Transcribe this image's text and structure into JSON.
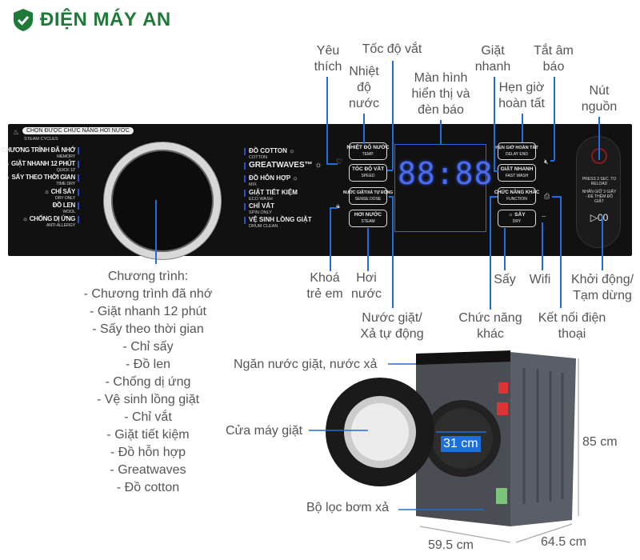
{
  "brand": {
    "name_part1": "ĐIỆN MÁY",
    "name_part2": "AN",
    "colors": {
      "green": "#1f7a3a",
      "callout": "#1e6fd9"
    }
  },
  "panel": {
    "steam_header": "CHỌN ĐƯỢC CHỨC NĂNG HƠI NƯỚC",
    "steam_header_sub": "STEAM CYCLES",
    "left_programs": [
      {
        "label": "CHƯƠNG TRÌNH ĐÃ NHỚ",
        "sub": "MEMORY"
      },
      {
        "label": "☼ GIẶT NHANH 12 PHÚT",
        "sub": "QUICK 12'"
      },
      {
        "label": "☼ SẤY THEO THỜI GIAN",
        "sub": "TIME DRY"
      },
      {
        "label": "☼ CHỈ SẤY",
        "sub": "DRY ONLY"
      },
      {
        "label": "ĐỒ LEN",
        "sub": "WOOL"
      },
      {
        "label": "☼ CHỐNG DỊ ỨNG",
        "sub": "ANTI-ALLERGY"
      }
    ],
    "right_programs": [
      {
        "label": "ĐỒ COTTON ☼",
        "sub": "COTTON"
      },
      {
        "label": "GREATWAVES™ ☼",
        "sub": ""
      },
      {
        "label": "ĐỒ HỖN HỢP ☼",
        "sub": "MIX"
      },
      {
        "label": "GIẶT TIẾT KIỆM",
        "sub": "ECO WASH"
      },
      {
        "label": "CHỈ VẮT",
        "sub": "SPIN ONLY"
      },
      {
        "label": "VỆ SINH LỒNG GIẶT",
        "sub": "DRUM CLEAN"
      }
    ],
    "buttons": [
      {
        "label": "NHIỆT ĐỘ NƯỚC",
        "sub": "TEMP."
      },
      {
        "label": "TỐC ĐỘ VẮT",
        "sub": "SPEED"
      },
      {
        "label": "NƯỚC GIẶT/XẢ TỰ ĐỘNG",
        "sub": "SENSE DOSE"
      },
      {
        "label": "HƠI NƯỚC",
        "sub": "STEAM"
      },
      {
        "label": "HẸN GIỜ HOÀN TẤT",
        "sub": "DELAY END"
      },
      {
        "label": "GIẶT NHANH",
        "sub": "FAST WASH"
      },
      {
        "label": "CHỨC NĂNG KHÁC",
        "sub": "FUNCTION"
      },
      {
        "label": "☼ SẤY",
        "sub": "DRY"
      }
    ],
    "display_digits": "88:88",
    "power_text1": "PRESS 3 SEC. TO RELOAD",
    "power_text2": "NHẤN GIỮ 3 GIÂY - ĐỂ THÊM ĐỒ GIẶT",
    "start_glyph": "▷00"
  },
  "callouts_top": {
    "favorite": "Yêu thích",
    "water_temp": "Nhiệt độ nước",
    "spin_speed": "Tốc độ vắt",
    "display": "Màn hình hiển thị và đèn báo",
    "fast_wash": "Giặt nhanh",
    "delay_end": "Hẹn giờ hoàn tất",
    "mute": "Tắt âm báo",
    "power": "Nút nguồn"
  },
  "callouts_bottom": {
    "child_lock": "Khoá trẻ em",
    "steam": "Hơi nước",
    "auto_dose": "Nước giặt/ Xả tự động",
    "other_functions": "Chức năng khác",
    "dry": "Sấy",
    "wifi": "Wifi",
    "phone_connect": "Kết nối điện thoại",
    "start_pause": "Khởi động/ Tạm dừng"
  },
  "programs_list": {
    "title": "Chương trình:",
    "items": [
      "- Chương trình đã nhớ",
      "- Giặt nhanh 12 phút",
      "- Sấy theo thời gian",
      "- Chỉ sấy",
      "- Đồ len",
      "- Chống dị ứng",
      "- Vệ sinh lồng giặt",
      "- Chỉ vắt",
      "- Giặt tiết kiệm",
      "- Đồ hỗn hợp",
      "- Greatwaves",
      "- Đồ cotton"
    ]
  },
  "machine": {
    "detergent_drawer": "Ngăn nước giặt, nước xả",
    "door": "Cửa máy giặt",
    "pump_filter": "Bộ lọc bơm xả",
    "drum_diameter": "31 cm",
    "height": "85 cm",
    "width": "59.5 cm",
    "depth": "64.5 cm"
  }
}
